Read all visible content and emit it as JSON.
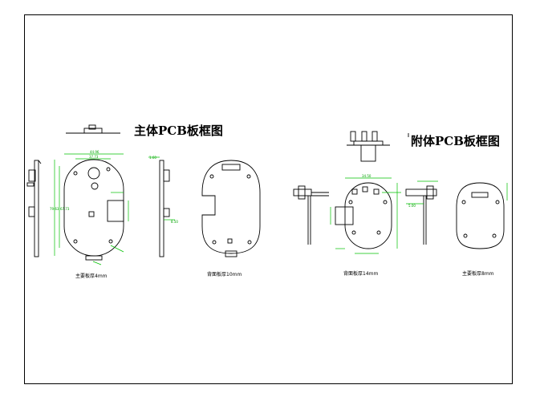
{
  "titles": {
    "main": "主体PCB板框图",
    "sub": "附体PCB板框图"
  },
  "captions": {
    "c1": "主要板厚4mm",
    "c2": "背面板厚10mm",
    "c3": "背面板厚14mm",
    "c4": "主要板厚8mm"
  },
  "dims": {
    "d1": "44.96",
    "d2": "37.73",
    "d3": "79.63",
    "d4": "67.73",
    "d5": "1.60",
    "d6": "8.50",
    "d7": "34.50",
    "d8": "5.00"
  },
  "colors": {
    "dimension": "#00c000",
    "outline": "#000000"
  }
}
